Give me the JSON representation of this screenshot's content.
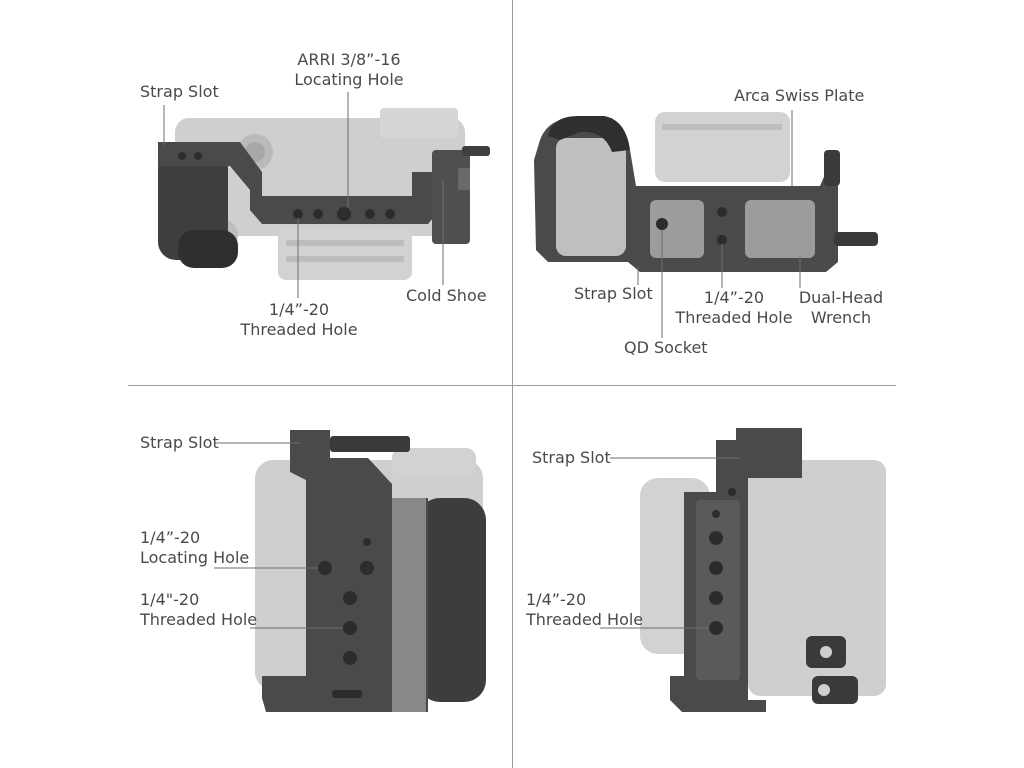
{
  "colors": {
    "cage": "#4a4a4c",
    "cage_light": "#7a7a7c",
    "camera": "#c8c8c8",
    "camera_dark": "#a9a9a9",
    "line": "#6e6e6e",
    "text": "#4a4a4a",
    "divider": "#9a9a9a"
  },
  "top_left": {
    "strap_slot": "Strap Slot",
    "arri_line1": "ARRI 3/8”-16",
    "arri_line2": "Locating Hole",
    "threaded_line1": "1/4”-20",
    "threaded_line2": "Threaded Hole",
    "cold_shoe": "Cold Shoe"
  },
  "top_right": {
    "arca": "Arca Swiss Plate",
    "strap_slot": "Strap Slot",
    "threaded_line1": "1/4”-20",
    "threaded_line2": "Threaded Hole",
    "wrench_line1": "Dual-Head",
    "wrench_line2": "Wrench",
    "qd": "QD Socket"
  },
  "bottom_left": {
    "strap_slot": "Strap Slot",
    "locating_line1": "1/4”-20",
    "locating_line2": "Locating Hole",
    "threaded_line1": "1/4\"-20",
    "threaded_line2": "Threaded Hole"
  },
  "bottom_right": {
    "strap_slot": "Strap Slot",
    "threaded_line1": "1/4”-20",
    "threaded_line2": "Threaded Hole"
  }
}
